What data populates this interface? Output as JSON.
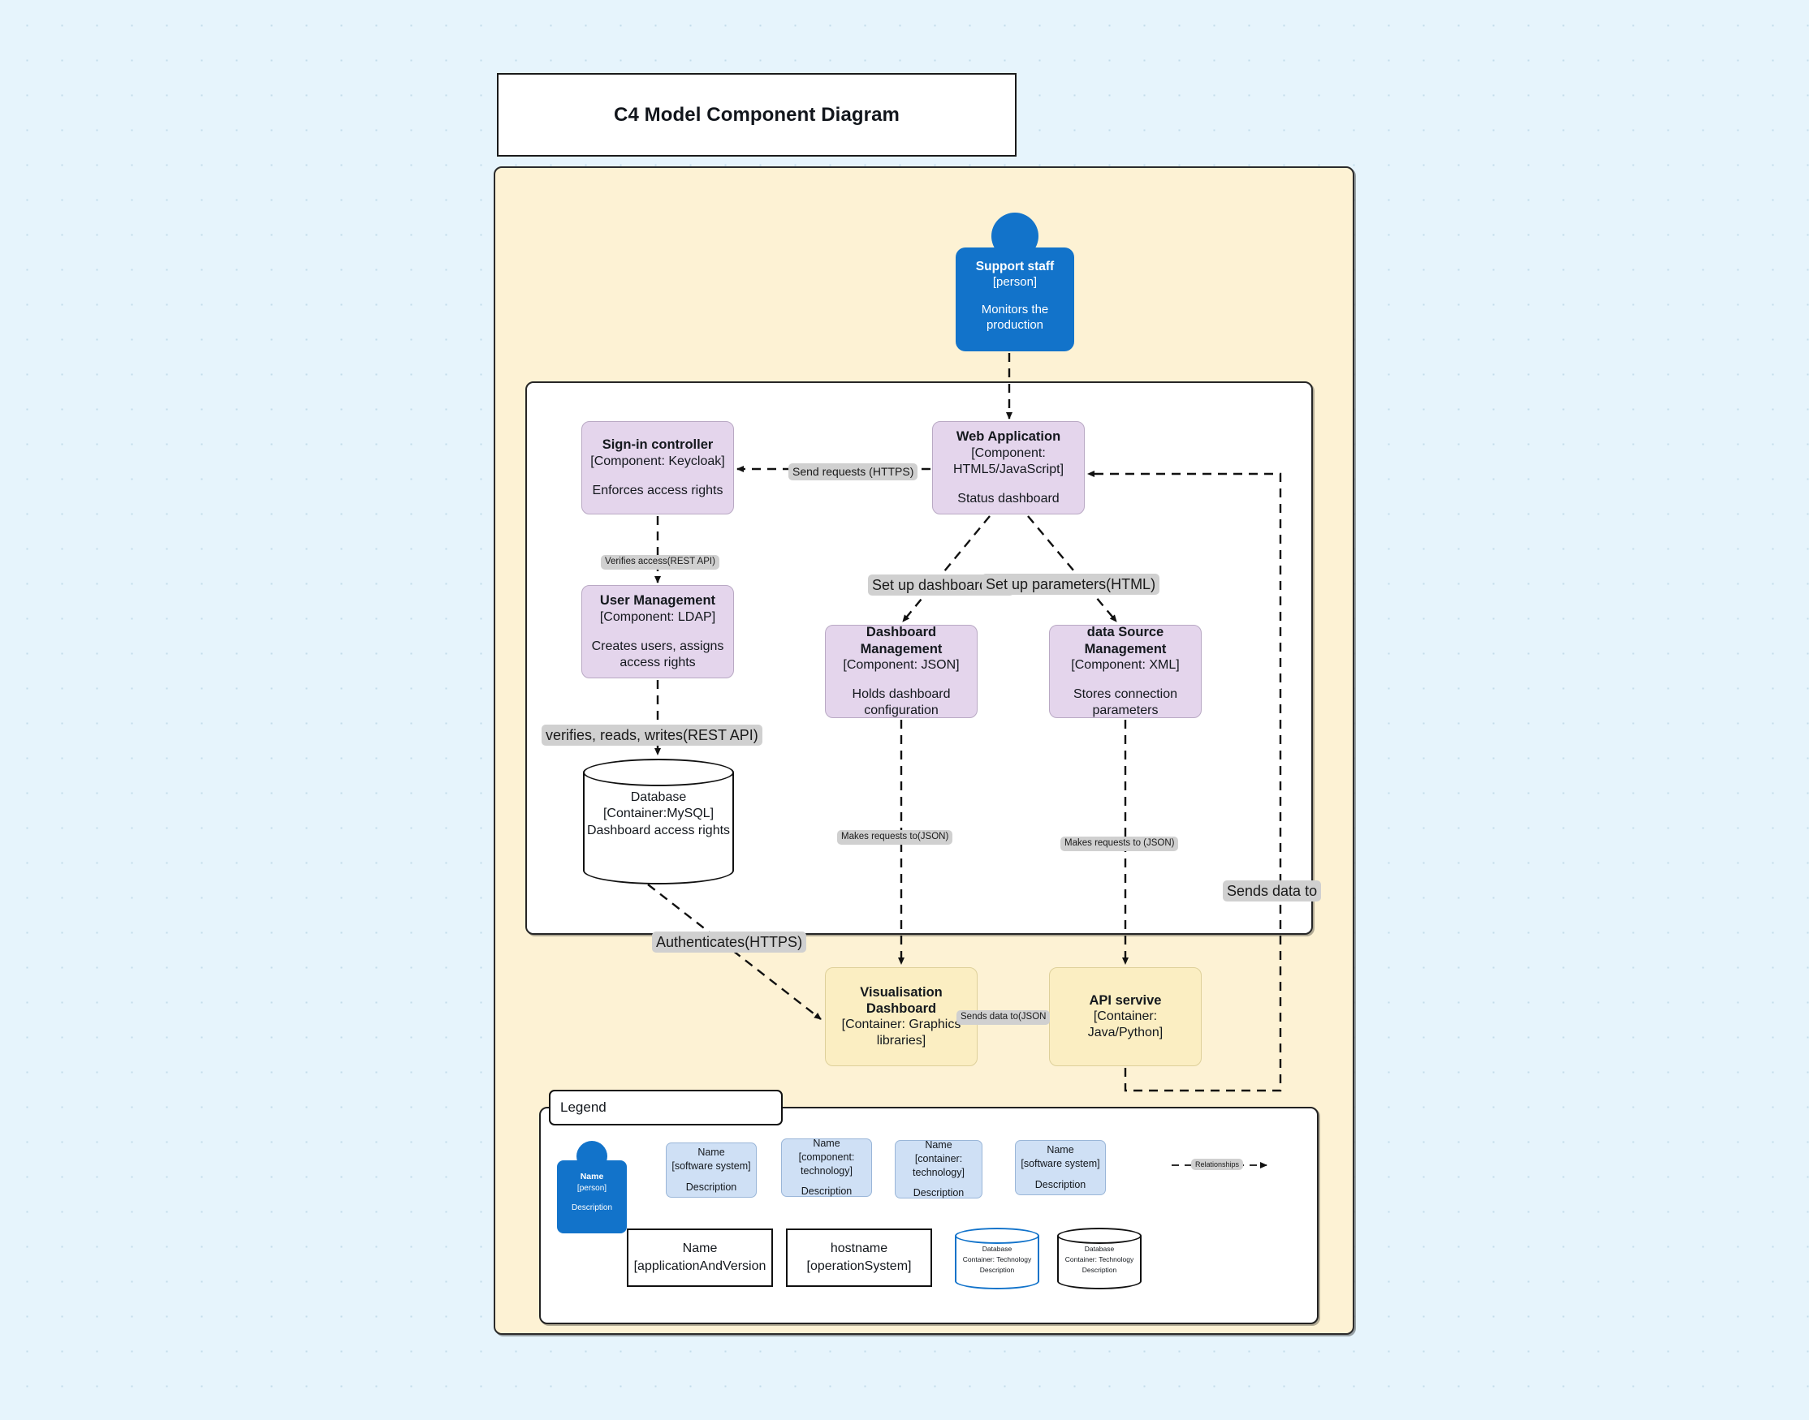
{
  "title": {
    "text": "C4 Model Component Diagram"
  },
  "person": {
    "name": "Support staff",
    "type": "[person]",
    "description": "Monitors the production"
  },
  "components": [
    {
      "id": "sign-in-controller",
      "name": "Sign-in controller",
      "technology": "[Component: Keycloak]",
      "description": "Enforces access rights"
    },
    {
      "id": "web-application",
      "name": "Web Application",
      "technology": "[Component: HTML5/JavaScript]",
      "description": "Status dashboard"
    },
    {
      "id": "user-management",
      "name": "User Management",
      "technology": "[Component: LDAP]",
      "description": "Creates users, assigns access rights"
    },
    {
      "id": "dashboard-management",
      "name": "Dashboard Management",
      "technology": "[Component: JSON]",
      "description": "Holds dashboard configuration"
    },
    {
      "id": "data-source-management",
      "name": "data Source Management",
      "technology": "[Component: XML]",
      "description": "Stores connection parameters"
    }
  ],
  "containers": [
    {
      "id": "visualisation-dashboard",
      "name": "Visualisation Dashboard",
      "technology": "[Container: Graphics libraries]"
    },
    {
      "id": "api-servive",
      "name": "API servive",
      "technology": "[Container: Java/Python]"
    }
  ],
  "database": {
    "name": "Database",
    "technology": "[Container:MySQL]",
    "description": "Dashboard access rights"
  },
  "relationships": [
    {
      "id": "send-requests",
      "label": "Send requests (HTTPS)"
    },
    {
      "id": "verifies-access",
      "label": "Verifies access(REST API)"
    },
    {
      "id": "verifies-reads-writes",
      "label": "verifies, reads, writes(REST API)"
    },
    {
      "id": "set-up-dashboards",
      "label": "Set up dashboards(H"
    },
    {
      "id": "set-up-parameters",
      "label": "Set up parameters(HTML)"
    },
    {
      "id": "makes-requests-json-left",
      "label": "Makes requests to(JSON)"
    },
    {
      "id": "makes-requests-json-right",
      "label": "Makes requests to (JSON)"
    },
    {
      "id": "sends-data-to-right",
      "label": "Sends data to"
    },
    {
      "id": "sends-data-to-json",
      "label": "Sends data to(JSON"
    },
    {
      "id": "authenticates",
      "label": "Authenticates(HTTPS)"
    }
  ],
  "legend": {
    "title": "Legend",
    "person": {
      "name": "Name",
      "type": "[person]",
      "description": "Description"
    },
    "items": [
      {
        "id": "software-system-1",
        "name": "Name",
        "type": "[software system]",
        "description": "Description"
      },
      {
        "id": "component",
        "name": "Name",
        "type": "[component: technology]",
        "description": "Description"
      },
      {
        "id": "container",
        "name": "Name",
        "type": "[container: technology]",
        "description": "Description"
      },
      {
        "id": "software-system-2",
        "name": "Name",
        "type": "[software system]",
        "description": "Description"
      }
    ],
    "relationship_label": "Relationships",
    "plain_boxes": [
      {
        "id": "application-node",
        "line1": "Name",
        "line2": "[applicationAndVersion"
      },
      {
        "id": "os-node",
        "line1": "hostname",
        "line2": "[operationSystem]"
      }
    ],
    "databases": [
      {
        "id": "database-blue",
        "line1": "Database",
        "line2": "Container: Technology",
        "line3": "Description",
        "color": "#1273ca"
      },
      {
        "id": "database-black",
        "line1": "Database",
        "line2": "Container: Technology",
        "line3": "Description",
        "color": "#111111"
      }
    ]
  },
  "colors": {
    "canvas": "#e6f4fc",
    "system": "#fdf2d4",
    "container": "#ffffff",
    "component": "#e4d5ec",
    "container_node": "#fbeec2",
    "person": "#1273ca",
    "legend_item": "#cfe0f5",
    "edge_label": "#d0d0d0"
  }
}
